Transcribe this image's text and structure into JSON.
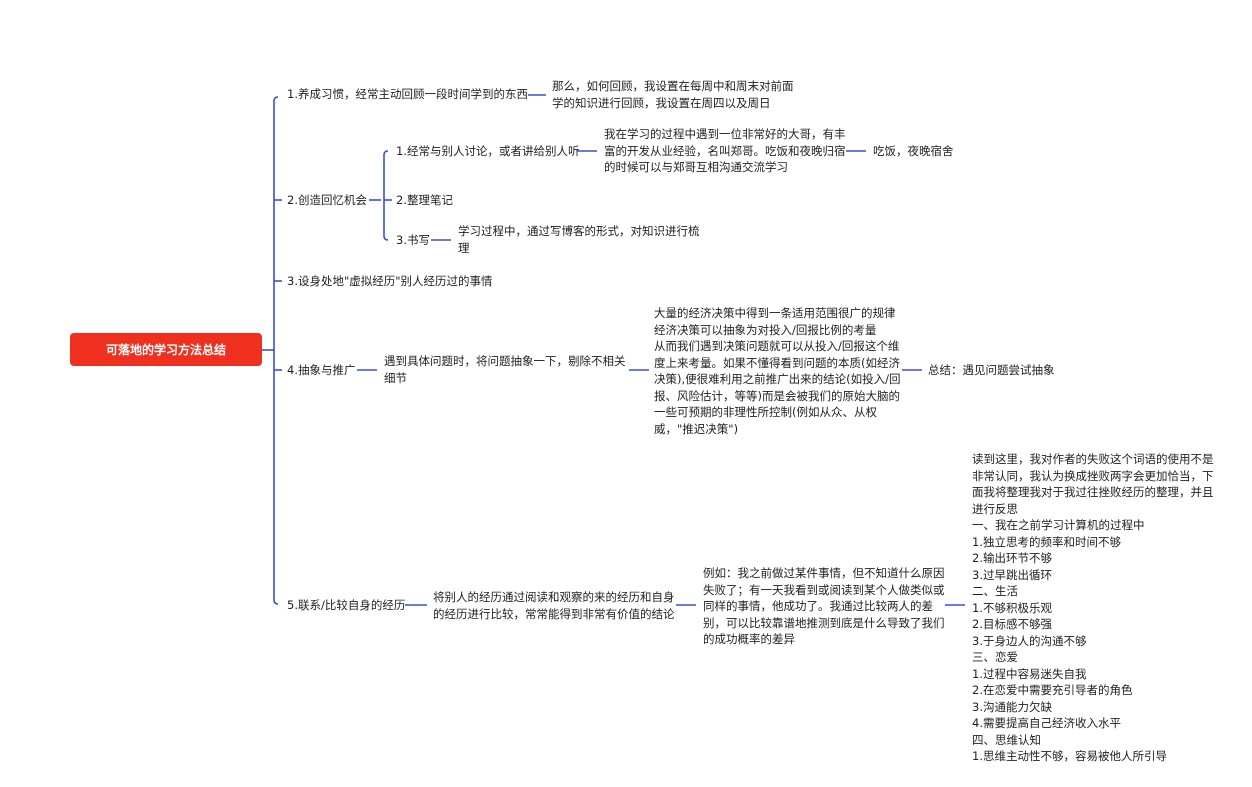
{
  "root": "可落地的学习方法总结",
  "colors": {
    "root_bg": "#f0301f",
    "line": "#3a4fd6",
    "text": "#1f1f1f"
  },
  "b1": {
    "label": "1.养成习惯，经常主动回顾一段时间学到的东西",
    "detail": [
      "那么，如何回顾，我设置在每周中和周末对前面",
      "学的知识进行回顾，我设置在周四以及周日"
    ]
  },
  "b2": {
    "label": "2.创造回忆机会",
    "c1": {
      "label": "1.经常与别人讨论，或者讲给别人听",
      "detail": [
        "我在学习的过程中遇到一位非常好的大哥，有丰",
        "富的开发从业经验，名叫郑哥。吃饭和夜晚归宿",
        "的时候可以与郑哥互相沟通交流学习"
      ],
      "detail2": "吃饭，夜晚宿舍"
    },
    "c2": {
      "label": "2.整理笔记"
    },
    "c3": {
      "label": "3.书写",
      "detail": [
        "学习过程中，通过写博客的形式，对知识进行梳",
        "理"
      ]
    }
  },
  "b3": {
    "label": "3.设身处地\"虚拟经历\"别人经历过的事情"
  },
  "b4": {
    "label": "4.抽象与推广",
    "c1": [
      "遇到具体问题时，将问题抽象一下，剔除不相关",
      "细节"
    ],
    "c2": [
      "大量的经济决策中得到一条适用范围很广的规律",
      "经济决策可以抽象为对投入/回报比例的考量",
      "从而我们遇到决策问题就可以从投入/回报这个维",
      "度上来考量。如果不懂得看到问题的本质(如经济",
      "决策),便很难利用之前推广出来的结论(如投入/回",
      "报、风险估计，等等)而是会被我们的原始大脑的",
      "一些可预期的非理性所控制(例如从众、从权",
      "威，\"推迟决策\")"
    ],
    "c3": "总结：遇见问题尝试抽象"
  },
  "b5": {
    "label": "5.联系/比较自身的经历",
    "c1": [
      "将别人的经历通过阅读和观察的来的经历和自身",
      "的经历进行比较，常常能得到非常有价值的结论"
    ],
    "c2": [
      "例如：我之前做过某件事情，但不知道什么原因",
      "失败了；有一天我看到或阅读到某个人做类似或",
      "同样的事情，他成功了。我通过比较两人的差",
      "别，可以比较靠谱地推测到底是什么导致了我们",
      "的成功概率的差异"
    ],
    "c3": [
      "读到这里，我对作者的失败这个词语的使用不是",
      "非常认同，我认为换成挫败两字会更加恰当，下",
      "面我将整理我对于我过往挫败经历的整理，并且",
      "进行反思",
      "一、我在之前学习计算机的过程中",
      "1.独立思考的频率和时间不够",
      "2.输出环节不够",
      "3.过早跳出循环",
      "二、生活",
      "1.不够积极乐观",
      "2.目标感不够强",
      "3.于身边人的沟通不够",
      "三、恋爱",
      "1.过程中容易迷失自我",
      "2.在恋爱中需要充引导者的角色",
      "3.沟通能力欠缺",
      "4.需要提高自己经济收入水平",
      "四、思维认知",
      "1.思维主动性不够，容易被他人所引导"
    ]
  }
}
